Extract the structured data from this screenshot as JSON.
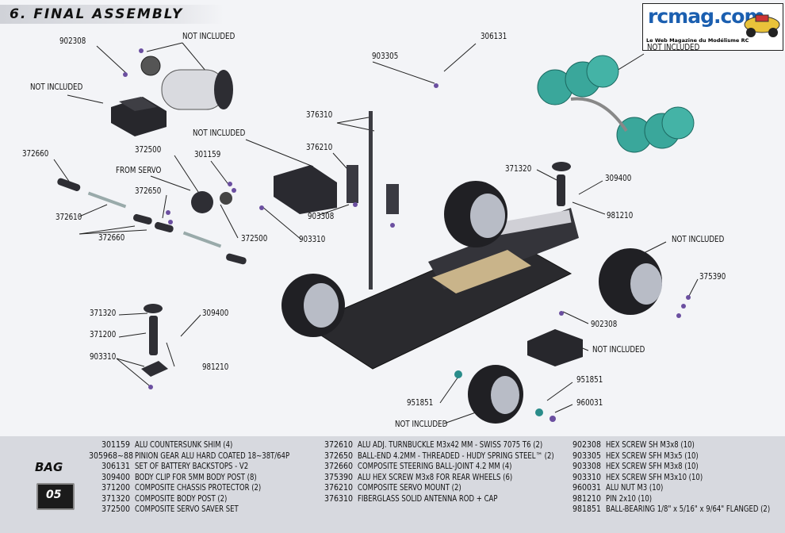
{
  "page": {
    "title": "6. FINAL ASSEMBLY",
    "logo": {
      "brand": "rcmag.com",
      "tagline": "Le Web Magazine du Modélisme RC"
    }
  },
  "callouts": [
    {
      "id": "not-included-motor",
      "text": "NOT INCLUDED"
    },
    {
      "id": "code-902308-top",
      "text": "902308"
    },
    {
      "id": "not-included-esc",
      "text": "NOT INCLUDED"
    },
    {
      "id": "code-903305",
      "text": "903305"
    },
    {
      "id": "code-306131",
      "text": "306131"
    },
    {
      "id": "not-included-battery",
      "text": "NOT INCLUDED"
    },
    {
      "id": "code-376310",
      "text": "376310"
    },
    {
      "id": "not-included-servo",
      "text": "NOT INCLUDED"
    },
    {
      "id": "code-376210",
      "text": "376210"
    },
    {
      "id": "code-372660-top",
      "text": "372660"
    },
    {
      "id": "code-372500-top",
      "text": "372500"
    },
    {
      "id": "code-301159",
      "text": "301159"
    },
    {
      "id": "from-servo",
      "text": "FROM SERVO"
    },
    {
      "id": "code-372650",
      "text": "372650"
    },
    {
      "id": "code-372610",
      "text": "372610"
    },
    {
      "id": "code-372660-bottom",
      "text": "372660"
    },
    {
      "id": "code-372500-bottom",
      "text": "372500"
    },
    {
      "id": "code-903308",
      "text": "903308"
    },
    {
      "id": "code-903310-top",
      "text": "903310"
    },
    {
      "id": "code-371320-right",
      "text": "371320"
    },
    {
      "id": "code-309400-right",
      "text": "309400"
    },
    {
      "id": "code-981210-right",
      "text": "981210"
    },
    {
      "id": "not-included-wheel",
      "text": "NOT INCLUDED"
    },
    {
      "id": "code-375390",
      "text": "375390"
    },
    {
      "id": "code-371320-left",
      "text": "371320"
    },
    {
      "id": "code-309400-left",
      "text": "309400"
    },
    {
      "id": "code-371200",
      "text": "371200"
    },
    {
      "id": "code-903310-left",
      "text": "903310"
    },
    {
      "id": "code-981210-left",
      "text": "981210"
    },
    {
      "id": "code-902308-right",
      "text": "902308"
    },
    {
      "id": "not-included-receiver",
      "text": "NOT INCLUDED"
    },
    {
      "id": "code-951851-right",
      "text": "951851"
    },
    {
      "id": "code-960031",
      "text": "960031"
    },
    {
      "id": "code-951851-left",
      "text": "951851"
    },
    {
      "id": "not-included-front-wheel",
      "text": "NOT INCLUDED"
    }
  ],
  "bag": {
    "label": "BAG",
    "number": "05"
  },
  "parts": [
    [
      {
        "code": "301159",
        "desc": "ALU COUNTERSUNK SHIM (4)"
      },
      {
        "code": "305968~88",
        "desc": "PINION GEAR ALU HARD COATED 18~38T/64P"
      },
      {
        "code": "306131",
        "desc": "SET OF BATTERY BACKSTOPS - V2"
      },
      {
        "code": "309400",
        "desc": "BODY CLIP FOR 5MM BODY POST (8)"
      },
      {
        "code": "371200",
        "desc": "COMPOSITE CHASSIS PROTECTOR (2)"
      },
      {
        "code": "371320",
        "desc": "COMPOSITE BODY POST (2)"
      },
      {
        "code": "372500",
        "desc": "COMPOSITE SERVO SAVER SET"
      }
    ],
    [
      {
        "code": "372610",
        "desc": "ALU ADJ. TURNBUCKLE M3x42 MM - SWISS 7075 T6 (2)"
      },
      {
        "code": "372650",
        "desc": "BALL-END 4.2MM - THREADED - HUDY SPRING STEEL™ (2)"
      },
      {
        "code": "372660",
        "desc": "COMPOSITE STEERING BALL-JOINT 4.2 MM (4)"
      },
      {
        "code": "375390",
        "desc": "ALU HEX SCREW M3x8 FOR REAR WHEELS (6)"
      },
      {
        "code": "376210",
        "desc": "COMPOSITE SERVO MOUNT (2)"
      },
      {
        "code": "376310",
        "desc": "FIBERGLASS SOLID ANTENNA ROD + CAP"
      }
    ],
    [
      {
        "code": "902308",
        "desc": "HEX SCREW SH M3x8  (10)"
      },
      {
        "code": "903305",
        "desc": "HEX SCREW SFH M3x5  (10)"
      },
      {
        "code": "903308",
        "desc": "HEX SCREW SFH M3x8  (10)"
      },
      {
        "code": "903310",
        "desc": "HEX SCREW SFH M3x10  (10)"
      },
      {
        "code": "960031",
        "desc": "ALU NUT M3  (10)"
      },
      {
        "code": "981210",
        "desc": "PIN 2x10  (10)"
      },
      {
        "code": "981851",
        "desc": "BALL-BEARING 1/8\" x 5/16\" x 9/64\" FLANGED  (2)"
      }
    ]
  ],
  "colors": {
    "battery": "#3aa79b",
    "hardware": "#6b4fa0",
    "carbon": "#2a2a2e",
    "panel": "#d7d9df"
  }
}
